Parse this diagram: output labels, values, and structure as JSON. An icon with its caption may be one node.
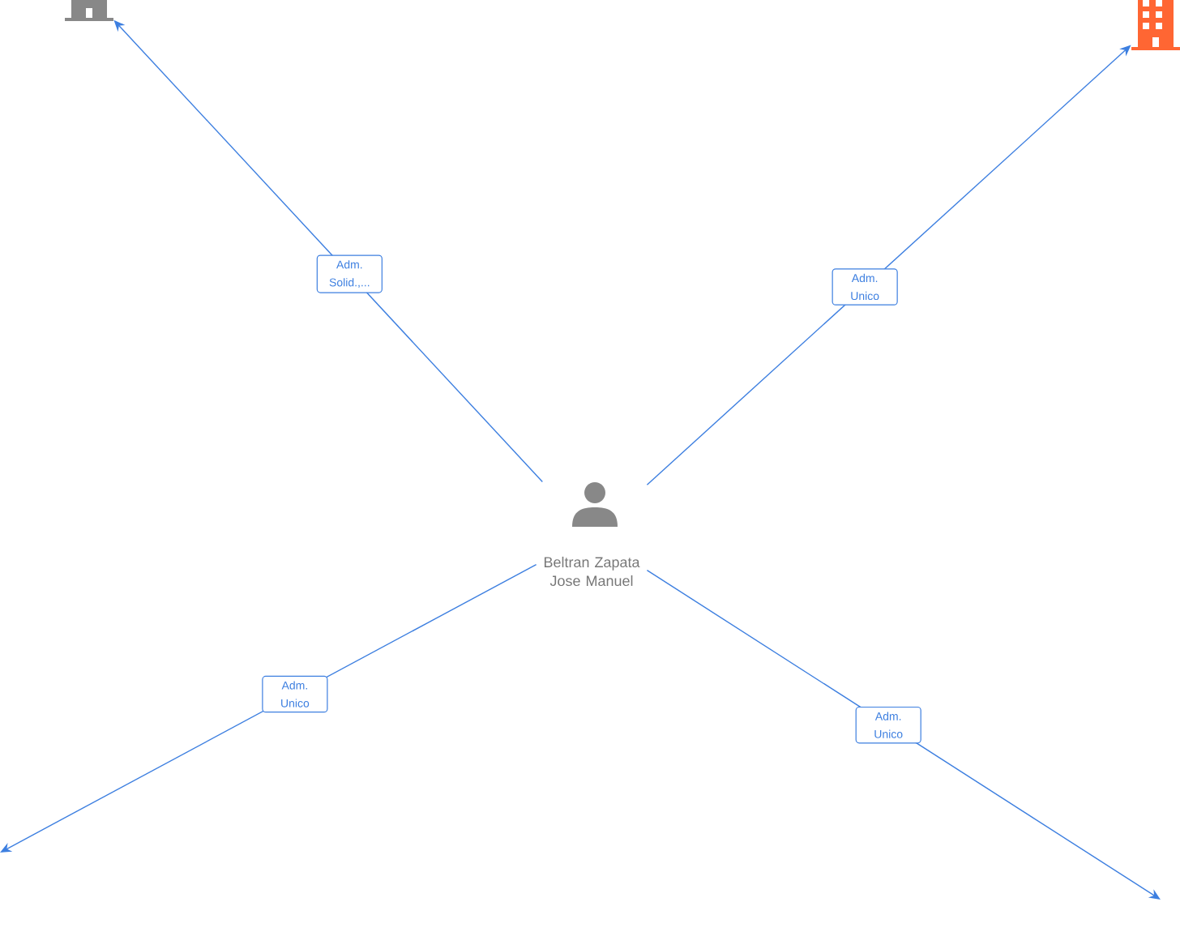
{
  "diagram": {
    "nodes": [
      {
        "text": [
          "Beltran Zapata Jose Manuel"
        ]
      },
      {
        "text": [],
        "shape": "building"
      },
      {
        "text": [],
        "shape": "building"
      }
    ],
    "edges": [
      {
        "from": 0,
        "to": 1,
        "arrow": "to",
        "label": "Adm. Solid.,..."
      },
      {
        "from": 0,
        "to": 2,
        "arrow": "to",
        "label": "Adm. Unico"
      },
      {
        "from": 0,
        "to": null,
        "arrow": "to",
        "label": "Adm. Unico"
      },
      {
        "from": 0,
        "to": null,
        "arrow": "to",
        "label": "Adm. Unico"
      }
    ]
  }
}
